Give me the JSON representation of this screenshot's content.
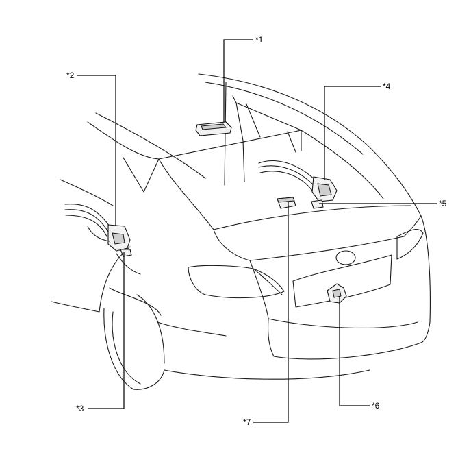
{
  "callouts": [
    {
      "id": "c1",
      "label": "*1"
    },
    {
      "id": "c2",
      "label": "*2"
    },
    {
      "id": "c3",
      "label": "*3"
    },
    {
      "id": "c4",
      "label": "*4"
    },
    {
      "id": "c5",
      "label": "*5"
    },
    {
      "id": "c6",
      "label": "*6"
    },
    {
      "id": "c7",
      "label": "*7"
    }
  ]
}
